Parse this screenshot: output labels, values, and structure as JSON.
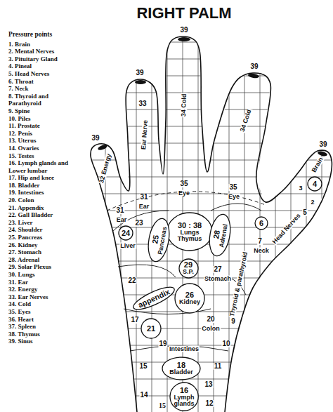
{
  "diagram": {
    "title": "RIGHT PALM",
    "nodes": [
      {
        "text": [
          "30 : 38",
          "Lungs Thymus"
        ]
      },
      {
        "text": [
          "25",
          "Pancreas"
        ]
      },
      {
        "text": [
          "28",
          "Adrenal"
        ]
      },
      {
        "text": [
          "24"
        ]
      },
      {
        "text": [
          "29",
          "S.P."
        ]
      },
      {
        "text": [
          "26",
          "Kidney"
        ]
      },
      {
        "text": [
          "appendix"
        ]
      },
      {
        "text": [
          "21"
        ]
      },
      {
        "text": [
          "18",
          "Bladder"
        ]
      },
      {
        "text": [
          "16",
          "Lymph glands"
        ]
      },
      {
        "text": [
          "4"
        ]
      },
      {
        "text": [
          "6"
        ]
      }
    ],
    "labels": [
      "Pressure points",
      "1. Brain",
      "2. Mental Nerves",
      "3. Pituitary Gland",
      "4. Pineal",
      "5. Head Nerves",
      "6. Throat",
      "7. Neck",
      "8. Thyroid and Parathyroid",
      "9. Spine",
      "10. Piles",
      "11. Prostate",
      "12. Penis",
      "13. Uterus",
      "14. Ovaries",
      "15. Testes",
      "16. Lymph glands and Lower lumbar",
      "17. Hip and knee",
      "18. Bladder",
      "19. Intestines",
      "20. Colon",
      "21. Appendix",
      "22. Gall Bladder",
      "23. Liver",
      "24. Shoulder",
      "25. Pancreas",
      "26. Kidney",
      "27. Stomach",
      "28. Adrenal",
      "29. Solar Plexus",
      "30. Lungs",
      "31. Ear",
      "32. Energy",
      "33. Ear Nerves",
      "34. Cold",
      "35. Eyes",
      "36. Heart",
      "37. Spleen",
      "38. Thymus",
      "39. Sinus",
      "39",
      "39",
      "39",
      "39",
      "39",
      "32 Energy",
      "33",
      "Ear Nerve",
      "34 Cold",
      "34 Cold",
      "31",
      "Ear",
      "31",
      "Ear",
      "35",
      "Eye",
      "35",
      "Eye",
      "Brain",
      "3",
      "2",
      "5",
      "Head Nerves",
      "7",
      "Neck",
      "Thyroid & parathyroid",
      "27",
      "Stomach",
      "Liver",
      "23",
      "22",
      "20",
      "Colon",
      "19",
      "Intestines",
      "17",
      "15",
      "14",
      "13",
      "12",
      "11",
      "10",
      "9",
      "15"
    ]
  }
}
